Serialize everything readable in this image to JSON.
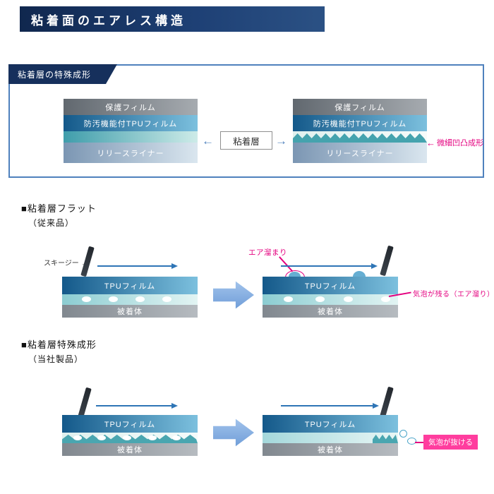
{
  "header": {
    "title": "粘着面のエアレス構造"
  },
  "structure_box": {
    "tag": "粘着層の特殊成形",
    "layers": {
      "protection": "保護フィルム",
      "tpu": "防汚機能付TPUフィルム",
      "release": "リリースライナー"
    },
    "adhesive_label": "粘着層",
    "texture_note": "微細凹凸成形"
  },
  "flat_section": {
    "heading": "■粘着層フラット",
    "subheading": "（従来品）",
    "squeegee_label": "スキージー →",
    "air_pocket_label": "エア溜まり",
    "result_note": "気泡が残る（エア溜り）"
  },
  "special_section": {
    "heading": "■粘着層特殊成形",
    "subheading": "（当社製品）",
    "result_note": "気泡が抜ける"
  },
  "labels": {
    "tpu_film": "TPUフィルム",
    "adherend": "被着体"
  },
  "icons": {
    "arrow_left": "←",
    "arrow_right": "→"
  },
  "colors": {
    "navy": "#16305c",
    "box_border": "#4f81bd",
    "magenta": "#e4007f",
    "pink_bg": "#ff3d9e",
    "arrow_blue": "#2e75b6",
    "block_arrow": "#6f9dd8"
  }
}
